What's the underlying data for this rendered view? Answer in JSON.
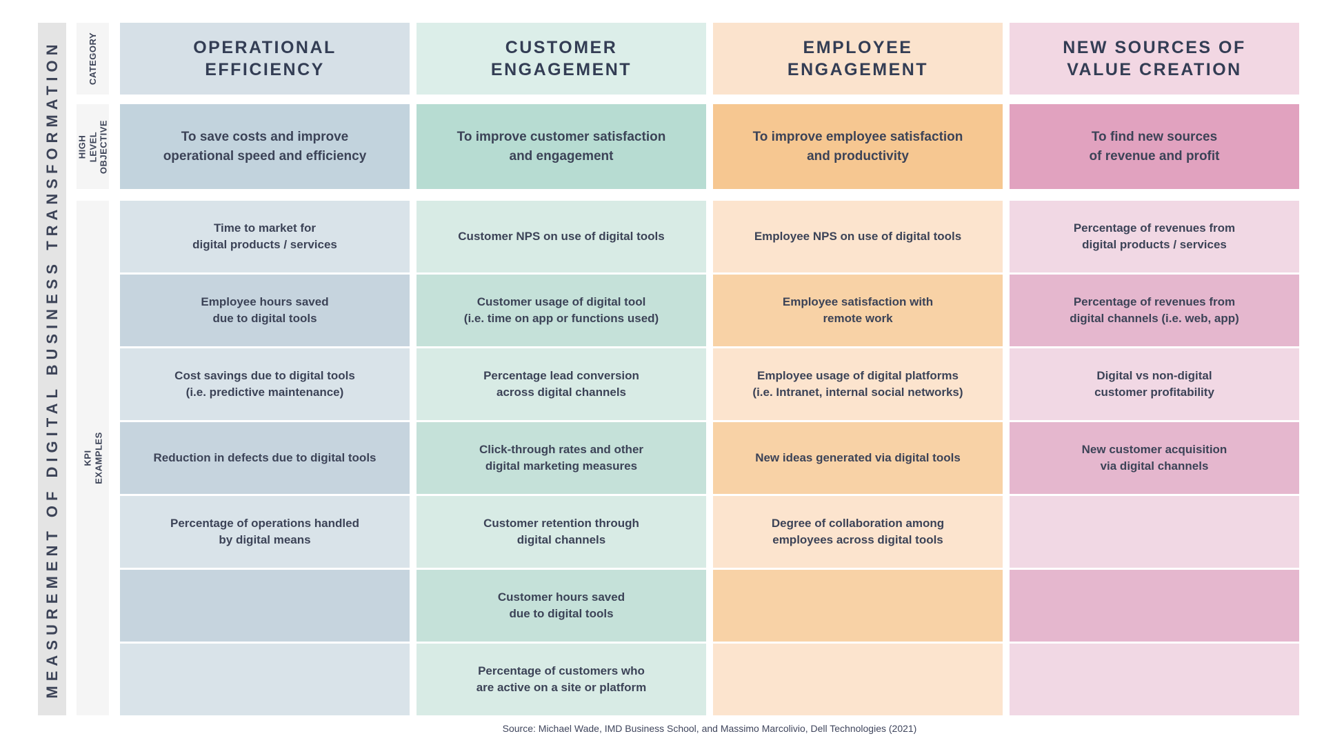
{
  "page": {
    "background": "#ffffff",
    "text_color": "#3c4357"
  },
  "sidebar_title": {
    "text": "MEASUREMENT OF DIGITAL BUSINESS TRANSFORMATION",
    "background": "#e4e4e4"
  },
  "row_labels": {
    "background": "#f5f5f5",
    "category": "CATEGORY",
    "high_level_objective": "HIGH LEVEL\nOBJECTIVE",
    "kpi_examples": "KPI EXAMPLES"
  },
  "columns": [
    {
      "id": "operational-efficiency",
      "category": "OPERATIONAL\nEFFICIENCY",
      "objective": "To save costs and improve\noperational speed and efficiency",
      "colors": {
        "header": "#d6e0e7",
        "objective": "#c2d3dd",
        "kpi_light": "#d9e3e9",
        "kpi_dark": "#c6d4de"
      },
      "kpis": [
        "Time to market for\ndigital products / services",
        "Employee hours saved\ndue to digital tools",
        "Cost savings due to digital tools\n(i.e. predictive maintenance)",
        "Reduction in defects due to digital tools",
        "Percentage of operations handled\nby digital means",
        "",
        ""
      ]
    },
    {
      "id": "customer-engagement",
      "category": "CUSTOMER\nENGAGEMENT",
      "objective": "To improve customer satisfaction\nand engagement",
      "colors": {
        "header": "#dceee9",
        "objective": "#b7dcd2",
        "kpi_light": "#d8ebe5",
        "kpi_dark": "#c5e1d9"
      },
      "kpis": [
        "Customer NPS on use of digital tools",
        "Customer usage of digital tool\n(i.e. time on app or functions used)",
        "Percentage lead conversion\nacross digital channels",
        "Click-through rates and other\ndigital marketing measures",
        "Customer retention through\ndigital channels",
        "Customer hours saved\ndue to digital tools",
        "Percentage of customers who\nare active on a site or platform"
      ]
    },
    {
      "id": "employee-engagement",
      "category": "EMPLOYEE\nENGAGEMENT",
      "objective": "To improve employee satisfaction\nand productivity",
      "colors": {
        "header": "#fbe3cd",
        "objective": "#f6c791",
        "kpi_light": "#fce4ce",
        "kpi_dark": "#f8d2a6"
      },
      "kpis": [
        "Employee NPS on use of digital tools",
        "Employee satisfaction with\nremote work",
        "Employee usage of digital platforms\n(i.e. Intranet, internal social networks)",
        "New ideas generated via digital tools",
        "Degree of collaboration among\nemployees across digital tools",
        "",
        ""
      ]
    },
    {
      "id": "new-sources-of-value-creation",
      "category": "NEW SOURCES OF\nVALUE CREATION",
      "objective": "To find new sources\nof revenue and profit",
      "colors": {
        "header": "#f2d7e3",
        "objective": "#e1a2bf",
        "kpi_light": "#f1d8e4",
        "kpi_dark": "#e5b7ce"
      },
      "kpis": [
        "Percentage of revenues from\ndigital products / services",
        "Percentage of revenues from\ndigital channels (i.e. web, app)",
        "Digital vs non-digital\ncustomer profitability",
        "New customer acquisition\nvia digital channels",
        "",
        "",
        ""
      ]
    }
  ],
  "footer": {
    "source": "Source: Michael Wade, IMD Business School, and Massimo Marcolivio, Dell Technologies (2021)"
  }
}
